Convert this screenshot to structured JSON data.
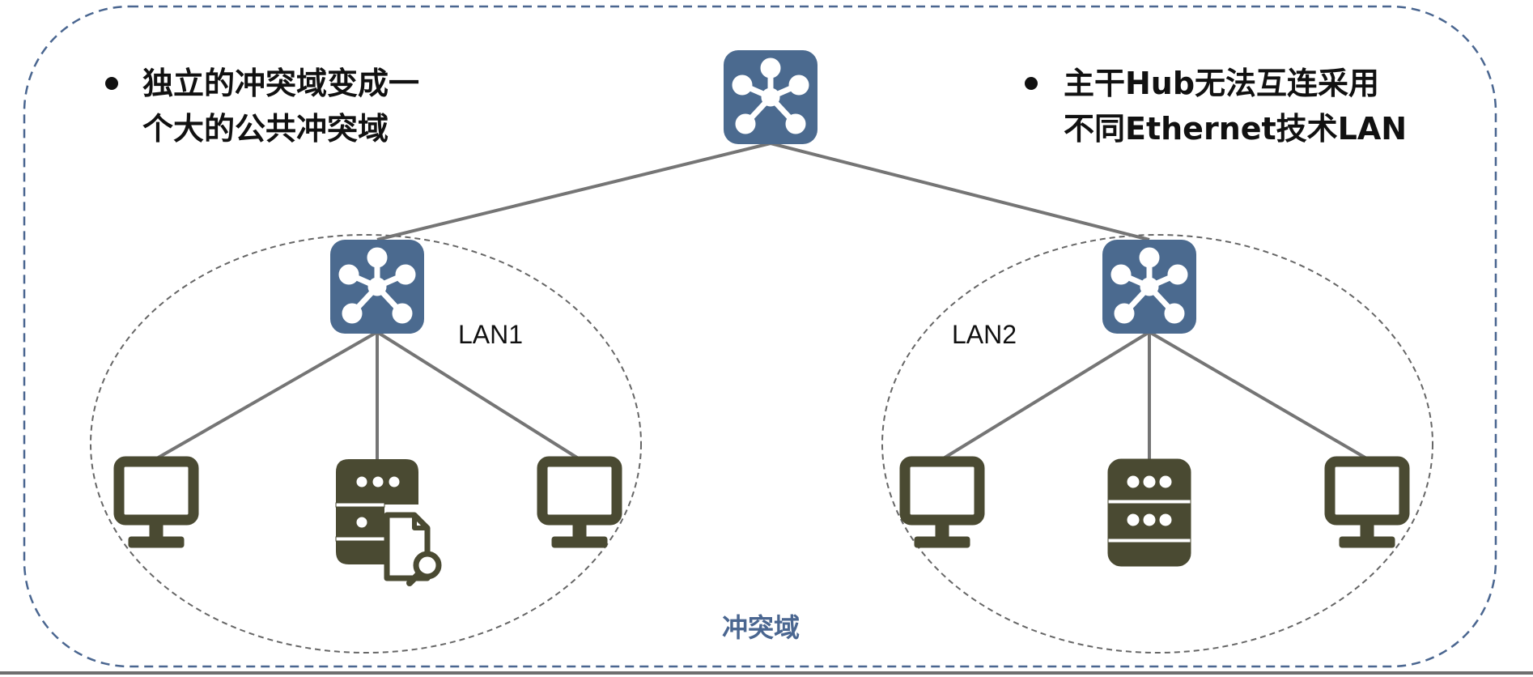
{
  "notes": {
    "left": [
      "独立的冲突域变成一",
      "个大的公共冲突域"
    ],
    "right": [
      "主干Hub无法互连采用",
      "不同Ethernet技术LAN"
    ]
  },
  "lans": {
    "lan1": {
      "label": "LAN1"
    },
    "lan2": {
      "label": "LAN2"
    }
  },
  "collision_domain": {
    "label": "冲突域"
  },
  "icons": {
    "hub": "hub-icon",
    "pc": "pc-icon",
    "server": "server-icon",
    "file_search": "file-search-icon"
  },
  "colors": {
    "hub": "#4b6a8f",
    "device": "#4a4a32",
    "link": "#757575",
    "outer_border": "#4a6690",
    "lan_border": "#666666",
    "domain_label": "#4a6690",
    "bottom_rule": "#6e6e6e"
  }
}
